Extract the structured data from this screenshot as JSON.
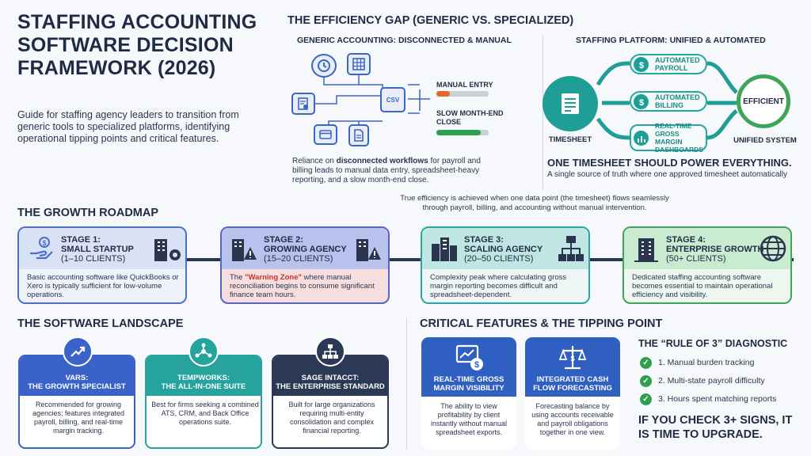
{
  "header": {
    "title": "STAFFING ACCOUNTING SOFTWARE DECISION FRAMEWORK (2026)",
    "intro": "Guide for staffing agency leaders to transition from generic tools to specialized platforms, identifying operational tipping points and critical features."
  },
  "efficiency_gap": {
    "title": "THE EFFICIENCY GAP (GENERIC VS. SPECIALIZED)",
    "generic": {
      "title": "GENERIC ACCOUNTING: DISCONNECTED & MANUAL",
      "center_label": "CSV",
      "metrics": [
        {
          "label": "MANUAL ENTRY",
          "level": 0.25,
          "color": "#e06a2b"
        },
        {
          "label": "SLOW MONTH-END CLOSE",
          "level": 0.85,
          "color": "#2e9e4f"
        }
      ],
      "description_pre": "Reliance on ",
      "description_bold": "disconnected workflows",
      "description_post": " for payroll and billing leads to manual data entry, spreadsheet-heavy reporting, and a slow month-end close."
    },
    "specialized": {
      "title": "STAFFING PLATFORM: UNIFIED & AUTOMATED",
      "source_label": "TIMESHEET",
      "flows": [
        {
          "label": "AUTOMATED PAYROLL",
          "icon": "dollar-icon"
        },
        {
          "label": "AUTOMATED BILLING",
          "icon": "dollar-icon"
        },
        {
          "label": "REAL-TIME GROSS MARGIN DASHBOARDS",
          "icon": "chart-icon"
        }
      ],
      "result": "EFFICIENT",
      "result_label": "UNIFIED SYSTEM",
      "headline": "ONE TIMESHEET SHOULD POWER EVERYTHING.",
      "tagline": "A single source of truth where one approved timesheet automatically"
    },
    "footnote": "True efficiency is achieved when one data point (the timesheet) flows seamlessly through payroll, billing, and accounting without manual intervention."
  },
  "roadmap": {
    "title": "THE GROWTH ROADMAP",
    "stages": [
      {
        "title": "STAGE 1:",
        "name": "SMALL STARTUP",
        "range": "(1–10 CLIENTS)",
        "body_pre": "Basic accounting software like QuickBooks or Xero is typically sufficient for low-volume operations.",
        "body_warn": "",
        "body_post": "",
        "color": "#4a6fd0",
        "head_bg": "#d9e2f5",
        "body_bg": "#eef2fa"
      },
      {
        "title": "STAGE 2:",
        "name": "GROWING AGENCY",
        "range": "(15–20 CLIENTS)",
        "body_pre": "The ",
        "body_warn": "\"Warning Zone\"",
        "body_post": " where manual reconciliation begins to consume significant finance team hours.",
        "color": "#5763c4",
        "head_bg": "#b9c2ec",
        "body_bg": "#f6dede"
      },
      {
        "title": "STAGE 3:",
        "name": "SCALING AGENCY",
        "range": "(20–50 CLIENTS)",
        "body_pre": "Complexity peak where calculating gross margin reporting becomes difficult and spreadsheet-dependent.",
        "body_warn": "",
        "body_post": "",
        "color": "#2aa6a0",
        "head_bg": "#bfe6e3",
        "body_bg": "#eef7f6"
      },
      {
        "title": "STAGE 4:",
        "name": "ENTERPRISE GROWTH",
        "range": "(50+ CLIENTS)",
        "body_pre": "Dedicated staffing accounting software becomes essential to maintain operational efficiency and visibility.",
        "body_warn": "",
        "body_post": "",
        "color": "#3ea55a",
        "head_bg": "#c9ebd0",
        "body_bg": "#eef8f0"
      }
    ]
  },
  "software": {
    "title": "THE SOFTWARE LANDSCAPE",
    "vendors": [
      {
        "name": "VARS:",
        "tagline": "THE GROWTH SPECIALIST",
        "body": "Recommended for growing agencies; features integrated payroll, billing, and real-time margin tracking.",
        "color": "#3a62c9",
        "icon": "trend-up-icon"
      },
      {
        "name": "TEMPWORKS:",
        "tagline": "THE ALL-IN-ONE SUITE",
        "body": "Best for firms seeking a combined ATS, CRM, and Back Office operations suite.",
        "color": "#25a39c",
        "icon": "network-icon"
      },
      {
        "name": "SAGE INTACCT:",
        "tagline": "THE ENTERPRISE STANDARD",
        "body": "Built for large organizations requiring multi-entity consolidation and complex financial reporting.",
        "color": "#2b3957",
        "icon": "hierarchy-icon"
      }
    ]
  },
  "critical": {
    "title": "CRITICAL FEATURES & THE TIPPING POINT",
    "features": [
      {
        "title": "REAL-TIME GROSS MARGIN VISIBILITY",
        "body": "The ability to view profitability by client instantly without manual spreadsheet exports.",
        "icon": "monitor-dollar-icon"
      },
      {
        "title": "INTEGRATED CASH FLOW FORECASTING",
        "body": "Forecasting balance by using accounts receivable and payroll obligations together in one view.",
        "icon": "scales-icon"
      }
    ],
    "diagnostic_title": "THE “RULE OF 3” DIAGNOSTIC",
    "checks": [
      "1. Manual burden tracking",
      "2. Multi-state payroll difficulty",
      "3. Hours spent matching reports"
    ],
    "cta": "IF YOU CHECK 3+ SIGNS, IT IS TIME TO UPGRADE."
  }
}
